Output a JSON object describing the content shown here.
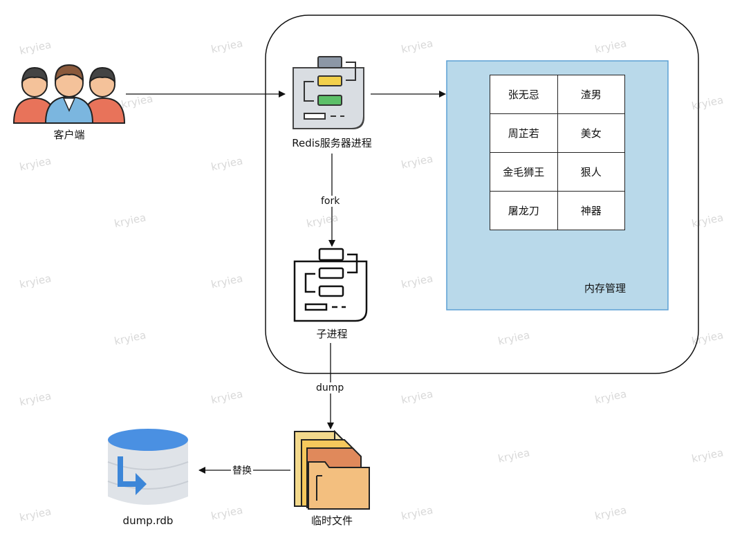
{
  "nodes": {
    "client": "客户端",
    "redis": "Redis服务器进程",
    "child": "子进程",
    "tmpfile": "临时文件",
    "rdb": "dump.rdb",
    "memory": "内存管理"
  },
  "edges": {
    "fork": "fork",
    "dump": "dump",
    "replace": "替换"
  },
  "memory_table": [
    [
      "张无忌",
      "渣男"
    ],
    [
      "周芷若",
      "美女"
    ],
    [
      "金毛狮王",
      "狠人"
    ],
    [
      "屠龙刀",
      "神器"
    ]
  ],
  "watermark": "kryiea",
  "colors": {
    "memory_fill": "#b9d9ea",
    "memory_border": "#5b9fd4",
    "db_blue": "#4a90e2",
    "folder": "#e7b974"
  }
}
